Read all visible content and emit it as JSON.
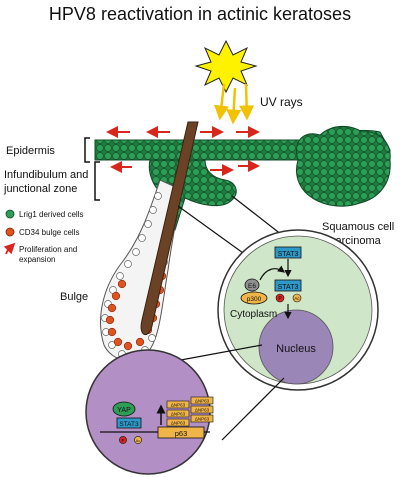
{
  "title": "HPV8 reactivation in actinic keratoses",
  "labels": {
    "uv_rays": "UV rays",
    "epidermis": "Epidermis",
    "infundibulum": "Infundibulum and",
    "junctional": "junctional zone",
    "scc_1": "Squamous cell",
    "scc_2": "carcinoma",
    "bulge": "Bulge",
    "cytoplasm": "Cytoplasm",
    "nucleus": "Nucleus"
  },
  "legend": [
    {
      "label": "Lrig1 derived cells",
      "color": "#2e9e57",
      "marker": "green-cell"
    },
    {
      "label": "CD34 bulge cells",
      "color": "#e0521f",
      "marker": "orange-cell"
    },
    {
      "label": "Proliferation and",
      "label2": "expansion",
      "color": "#d9261c",
      "marker": "red-arrow"
    }
  ],
  "cytoplasm_inset": {
    "e6": "E6",
    "p300": "p300",
    "stat3_top": "STAT3",
    "stat3_mid": "STAT3",
    "phospho_p": "P",
    "acetyl_ac": "Ac"
  },
  "nucleus_inset": {
    "yap": "YAP",
    "stat3": "STAT3",
    "phospho_p": "P",
    "acetyl_ac": "Ac",
    "gene": "p63",
    "np63": [
      "ΔNP63",
      "ΔNP63",
      "ΔNP63",
      "ΔNP63",
      "ΔNP63",
      "ΔNP63"
    ]
  },
  "colors": {
    "green_cell": "#2e9e57",
    "orange_cell": "#e0521f",
    "arrow_red": "#d9261c",
    "sun": "#fff200",
    "uv": "#f2c200",
    "cytoplasm": "#cfe6c8",
    "nucleus": "#9b86b8",
    "inset_purple": "#b28fc4",
    "stat3": "#2e98c9",
    "p300": "#f0b548",
    "np63": "#f0b548"
  }
}
